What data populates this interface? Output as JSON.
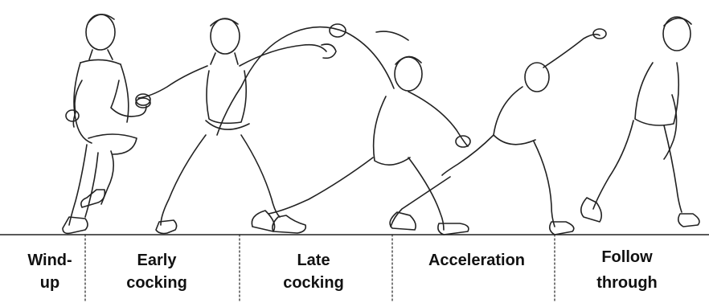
{
  "phases": [
    {
      "line1": "Wind-",
      "line2": "up"
    },
    {
      "line1": "Early",
      "line2": "cocking"
    },
    {
      "line1": "Late",
      "line2": "cocking"
    },
    {
      "line1": "Acceleration",
      "line2": ""
    },
    {
      "line1": "Follow",
      "line2": "through"
    }
  ],
  "colors": {
    "ink": "#222222",
    "paper": "#ffffff"
  }
}
